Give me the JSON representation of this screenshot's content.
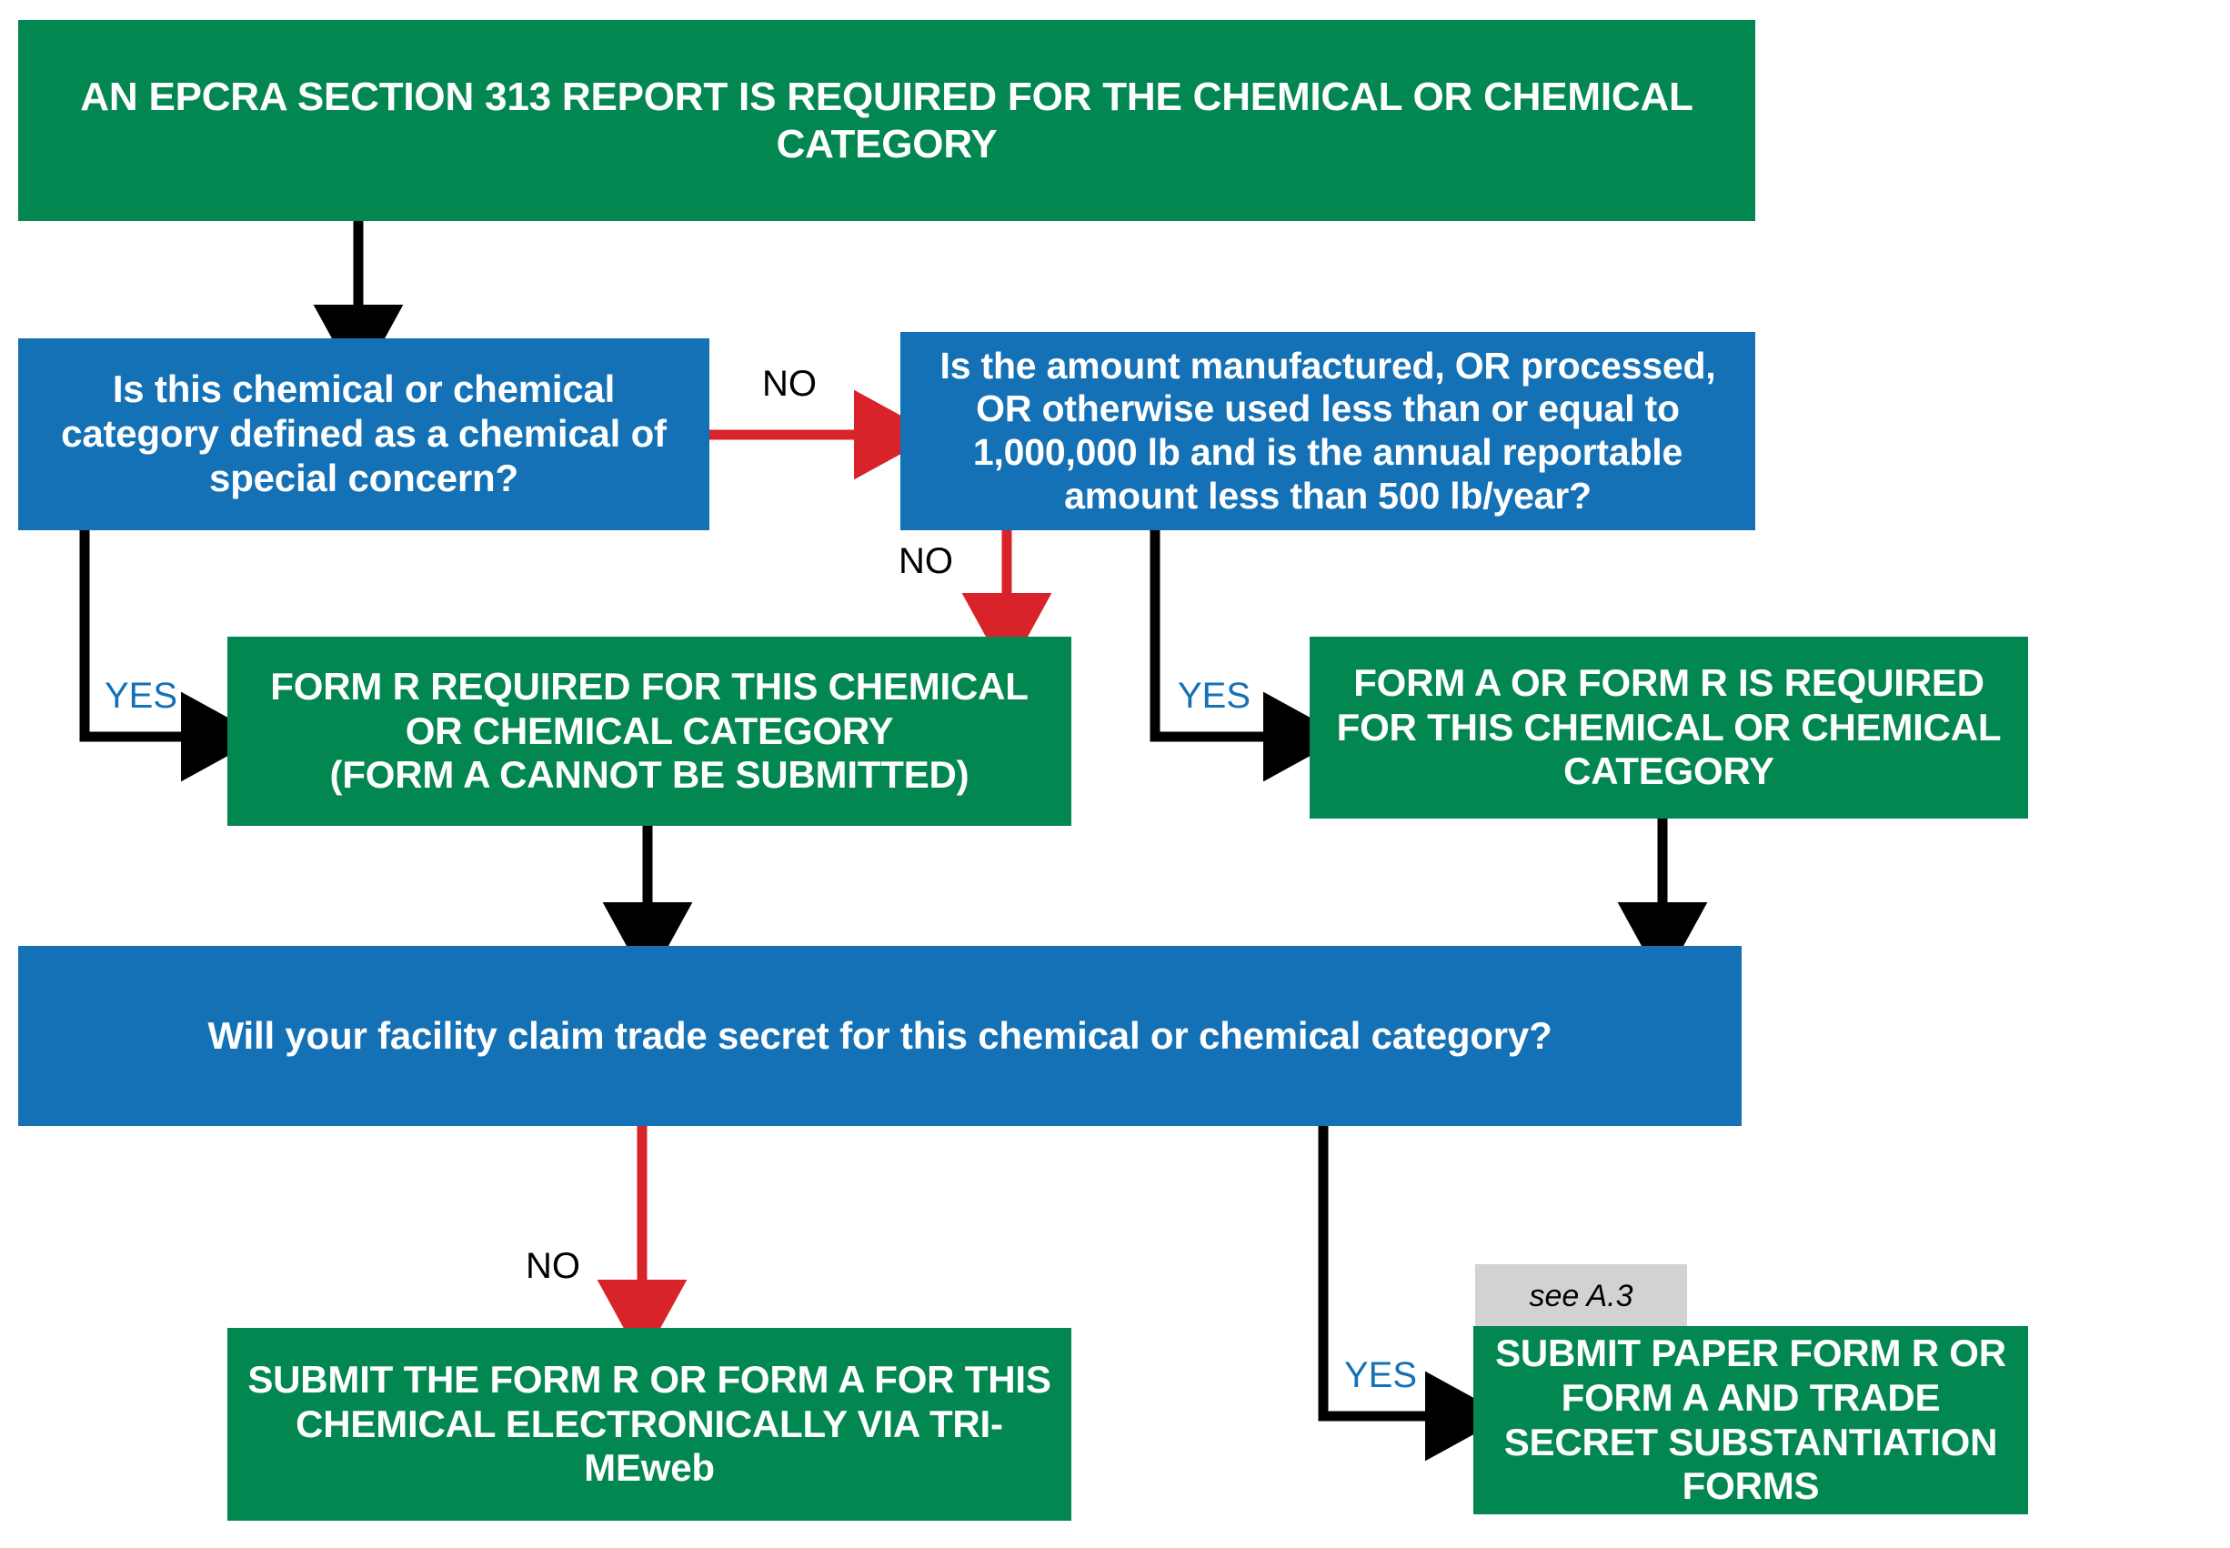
{
  "diagram": {
    "title": "EPCRA Section 313 reporting decision flowchart",
    "colors": {
      "green": "#038751",
      "blue": "#1571b5",
      "red_arrow": "#d8232a",
      "black_arrow": "#000000",
      "note_bg": "#d2d2d2",
      "yes_label": "#1571b5",
      "no_label": "#000000",
      "box_text": "#ffffff"
    },
    "nodes": [
      {
        "id": "start",
        "type": "terminator",
        "color": "green",
        "text": "AN EPCRA SECTION 313 REPORT IS REQUIRED FOR THE CHEMICAL OR CHEMICAL CATEGORY"
      },
      {
        "id": "special-concern",
        "type": "decision",
        "color": "blue",
        "text": "Is this chemical or chemical category defined as a chemical of special concern?"
      },
      {
        "id": "amount-threshold",
        "type": "decision",
        "color": "blue",
        "text": "Is the amount manufactured, OR processed, OR otherwise used less than or equal to 1,000,000 lb and is the annual reportable amount less than 500 lb/year?"
      },
      {
        "id": "form-r-required",
        "type": "result",
        "color": "green",
        "text": "FORM R REQUIRED FOR THIS CHEMICAL OR CHEMICAL CATEGORY\n(FORM A CANNOT BE SUBMITTED)"
      },
      {
        "id": "form-a-or-r",
        "type": "result",
        "color": "green",
        "text": "FORM A OR FORM R IS REQUIRED FOR THIS CHEMICAL OR CHEMICAL CATEGORY"
      },
      {
        "id": "trade-secret",
        "type": "decision",
        "color": "blue",
        "text": "Will your facility claim trade secret for this chemical or chemical category?"
      },
      {
        "id": "submit-electronically",
        "type": "result",
        "color": "green",
        "text": "SUBMIT THE FORM R OR FORM A FOR THIS CHEMICAL ELECTRONICALLY VIA TRI-MEweb"
      },
      {
        "id": "submit-paper",
        "type": "result",
        "color": "green",
        "text": "SUBMIT PAPER FORM R OR FORM A AND TRADE SECRET SUBSTANTIATION FORMS"
      }
    ],
    "notes": [
      {
        "id": "see-a3",
        "text": "see A.3",
        "attached_to": "submit-paper"
      }
    ],
    "edge_labels": [
      {
        "id": "no-1",
        "text": "NO",
        "kind": "no",
        "from": "special-concern",
        "to": "amount-threshold"
      },
      {
        "id": "yes-1",
        "text": "YES",
        "kind": "yes",
        "from": "special-concern",
        "to": "form-r-required"
      },
      {
        "id": "no-2",
        "text": "NO",
        "kind": "no",
        "from": "amount-threshold",
        "to": "form-r-required"
      },
      {
        "id": "yes-2",
        "text": "YES",
        "kind": "yes",
        "from": "amount-threshold",
        "to": "form-a-or-r"
      },
      {
        "id": "no-3",
        "text": "NO",
        "kind": "no",
        "from": "trade-secret",
        "to": "submit-electronically"
      },
      {
        "id": "yes-3",
        "text": "YES",
        "kind": "yes",
        "from": "trade-secret",
        "to": "submit-paper"
      }
    ]
  }
}
